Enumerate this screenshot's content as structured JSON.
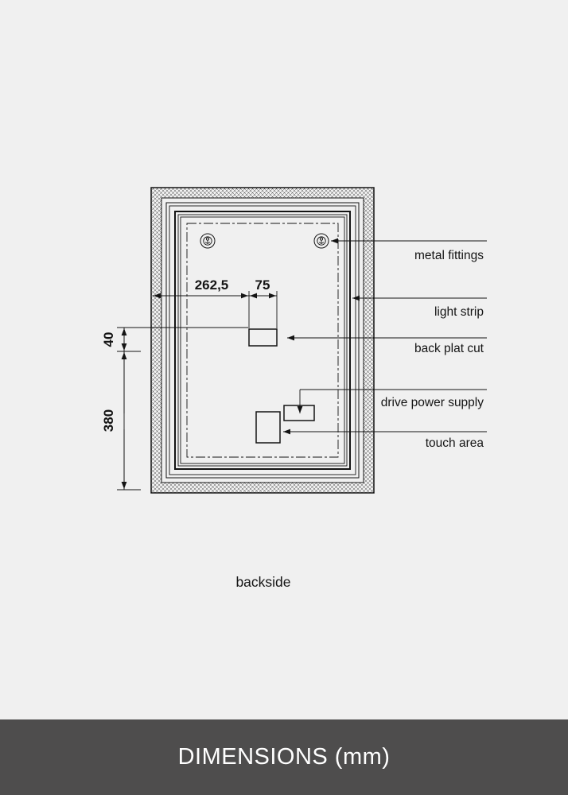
{
  "page": {
    "background": "#f0f0f0",
    "line_color": "#141414"
  },
  "diagram": {
    "view_label": "backside",
    "dimensions": {
      "horizontal_offset": "262,5",
      "cut_width": "75",
      "cut_height": "40",
      "vertical_span": "380"
    },
    "callouts": {
      "metal_fittings": "metal fittings",
      "light_strip": "light strip",
      "back_plat_cut": "back plat cut",
      "drive_power_supply": "drive power supply",
      "touch_area": "touch area"
    },
    "icons": {
      "metal_fitting": "circle-screw"
    }
  },
  "footer": {
    "title": "DIMENSIONS (mm)",
    "background": "#4e4d4d",
    "text_color": "#ffffff"
  }
}
